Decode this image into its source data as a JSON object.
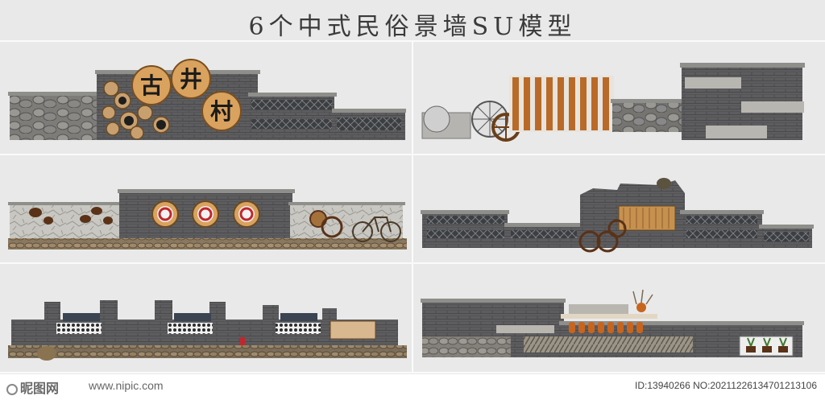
{
  "page": {
    "title": "6个中式民俗景墙SU模型"
  },
  "panels": [
    {
      "sign_chars": [
        "古",
        "井",
        "村"
      ]
    },
    {
      "sign_chars": []
    },
    {
      "sign_chars": []
    },
    {
      "sign_chars": []
    },
    {
      "sign_chars": []
    },
    {
      "sign_chars": []
    }
  ],
  "footer": {
    "logo": "昵图网",
    "url": "www.nipic.com",
    "id_text": "ID:13940266 NO:20211226134701213106"
  },
  "colors": {
    "brick": "#5a5a5c",
    "brick_dark": "#3f3f41",
    "cap": "#8a8a86",
    "stone": "#8c8a85",
    "wood": "#b9722f",
    "wood_light": "#d6a56a"
  }
}
